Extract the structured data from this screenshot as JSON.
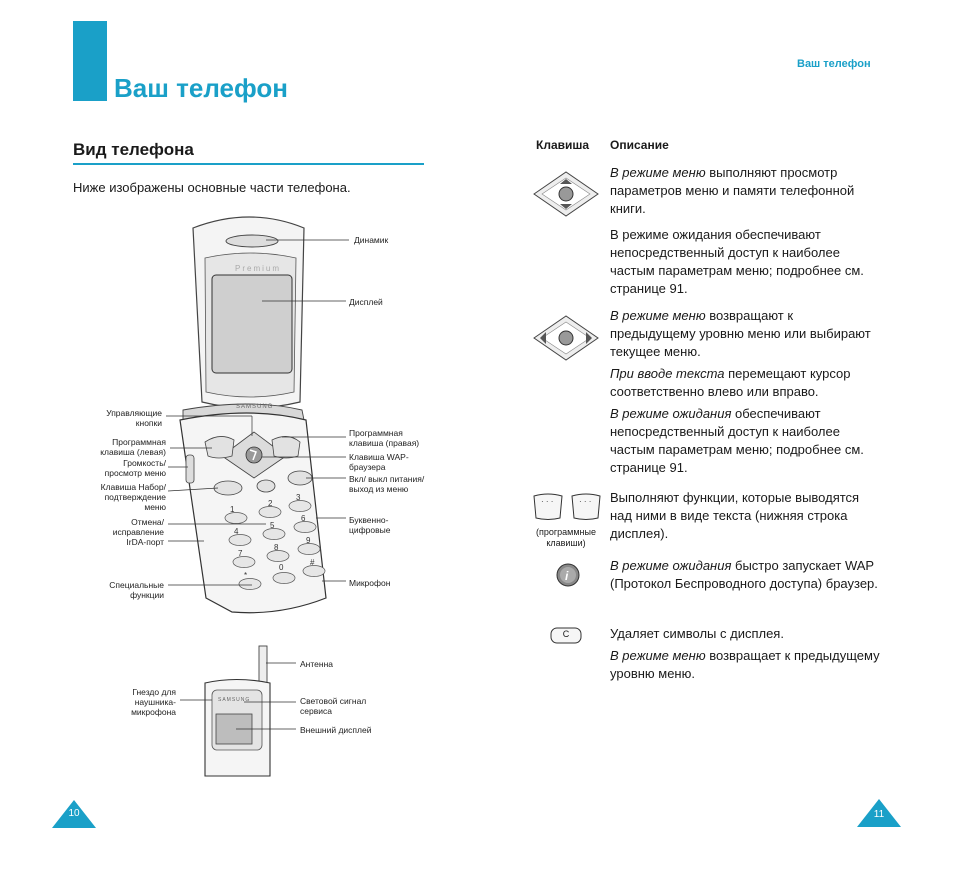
{
  "header": {
    "page_title": "Ваш телефон",
    "running_header": "Ваш телефон"
  },
  "left": {
    "section_title": "Вид телефона",
    "intro": "Ниже изображены основные части телефона.",
    "phone_brand": "Premium",
    "phone_logo": "SAMSUNG",
    "callouts_right": {
      "speaker": "Динамик",
      "display": "Дисплей",
      "soft_key_right": "Программная клавиша (правая)",
      "wap_key": "Клавиша WAP-браузера",
      "power_key": "Вкл/ выкл питания/ выход из меню",
      "alphanumeric": "Буквенно- цифровые",
      "microphone": "Микрофон"
    },
    "callouts_left": {
      "nav_keys": "Управляющие кнопки",
      "soft_key_left": "Программная клавиша (левая)",
      "volume": "Громкость/ просмотр меню",
      "send_key": "Клавиша Набор/ подтверждение меню",
      "cancel": "Отмена/ исправление",
      "irda": "IrDA-порт",
      "special": "Специальные функции"
    },
    "callouts_closed": {
      "antenna": "Антенна",
      "headset_jack": "Гнездо для наушника- микрофона",
      "service_light": "Световой сигнал сервиса",
      "external_display": "Внешний дисплей"
    }
  },
  "right": {
    "col_key": "Клавиша",
    "col_desc": "Описание",
    "rows": [
      {
        "icon": "navigation-up-down-icon",
        "paras": [
          {
            "em": "В режиме меню",
            "text": " выполняют просмотр параметров меню и памяти телефонной книги."
          },
          {
            "em": "",
            "text": "В режиме ожидания обеспечивают непосредственный доступ к наиболее частым параметрам меню; подробнее см. странице 91."
          }
        ]
      },
      {
        "icon": "navigation-left-right-icon",
        "paras": [
          {
            "em": "В режиме меню",
            "text": " возвращают к предыдущему уровню меню или выбирают текущее меню."
          },
          {
            "em": "При вводе текста",
            "text": " перемещают курсор соответственно влево или вправо."
          },
          {
            "em": "В режиме ожидания",
            "text": " обеспечивают непосредственный доступ к наиболее частым параметрам меню; подробнее см. странице 91."
          }
        ]
      },
      {
        "icon": "soft-keys-icon",
        "caption": "(программные клавиши)",
        "paras": [
          {
            "em": "",
            "text": "Выполняют функции, которые выводятся над ними в виде текста (нижняя строка дисплея)."
          }
        ]
      },
      {
        "icon": "wap-browser-icon",
        "paras": [
          {
            "em": "В режиме ожидания",
            "text": " быстро запускает WAP (Протокол Беспроводного доступа) браузер."
          }
        ]
      },
      {
        "icon": "clear-key-icon",
        "key_label": "C",
        "paras": [
          {
            "em": "",
            "text": "Удаляет символы с дисплея."
          },
          {
            "em": "В режиме меню",
            "text": " возвращает к предыдущему уровню меню."
          }
        ]
      }
    ]
  },
  "footer": {
    "page_left": "10",
    "page_right": "11"
  },
  "colors": {
    "accent": "#1aa0c8"
  }
}
